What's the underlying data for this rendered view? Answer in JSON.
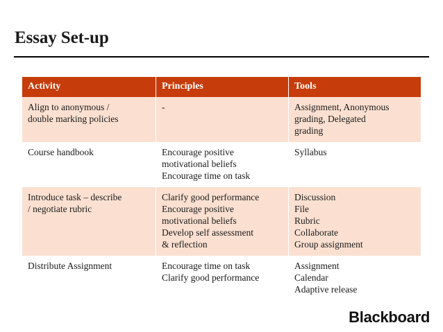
{
  "slide": {
    "title": "Essay Set-up",
    "brand": "Blackboard",
    "colors": {
      "header_orange": "#C63C0A",
      "row_shaded": "#FBE0D1",
      "row_plain": "#FFFFFF",
      "text": "#1A1A1A",
      "rule": "#000000"
    }
  },
  "table": {
    "columns": [
      {
        "label": "Activity"
      },
      {
        "label": "Principles"
      },
      {
        "label": "Tools"
      }
    ],
    "rows": [
      {
        "shaded": true,
        "activity": [
          "Align to anonymous /",
          "double marking policies"
        ],
        "principles": [
          "-"
        ],
        "tools": [
          "Assignment, Anonymous",
          "grading, Delegated",
          "grading"
        ]
      },
      {
        "shaded": false,
        "activity": [
          "Course handbook"
        ],
        "principles": [
          "Encourage positive",
          "motivational beliefs",
          "Encourage time on task"
        ],
        "tools": [
          "Syllabus"
        ]
      },
      {
        "shaded": true,
        "activity": [
          "Introduce task – describe",
          "/ negotiate rubric"
        ],
        "principles": [
          "Clarify good performance",
          "Encourage positive",
          "motivational beliefs",
          "Develop self assessment",
          "& reflection"
        ],
        "tools": [
          "Discussion",
          "File",
          "Rubric",
          "Collaborate",
          "Group assignment"
        ]
      },
      {
        "shaded": false,
        "activity": [
          "Distribute Assignment"
        ],
        "principles": [
          "Encourage time on task",
          "Clarify good performance"
        ],
        "tools": [
          "Assignment",
          "Calendar",
          "Adaptive release"
        ]
      }
    ]
  }
}
